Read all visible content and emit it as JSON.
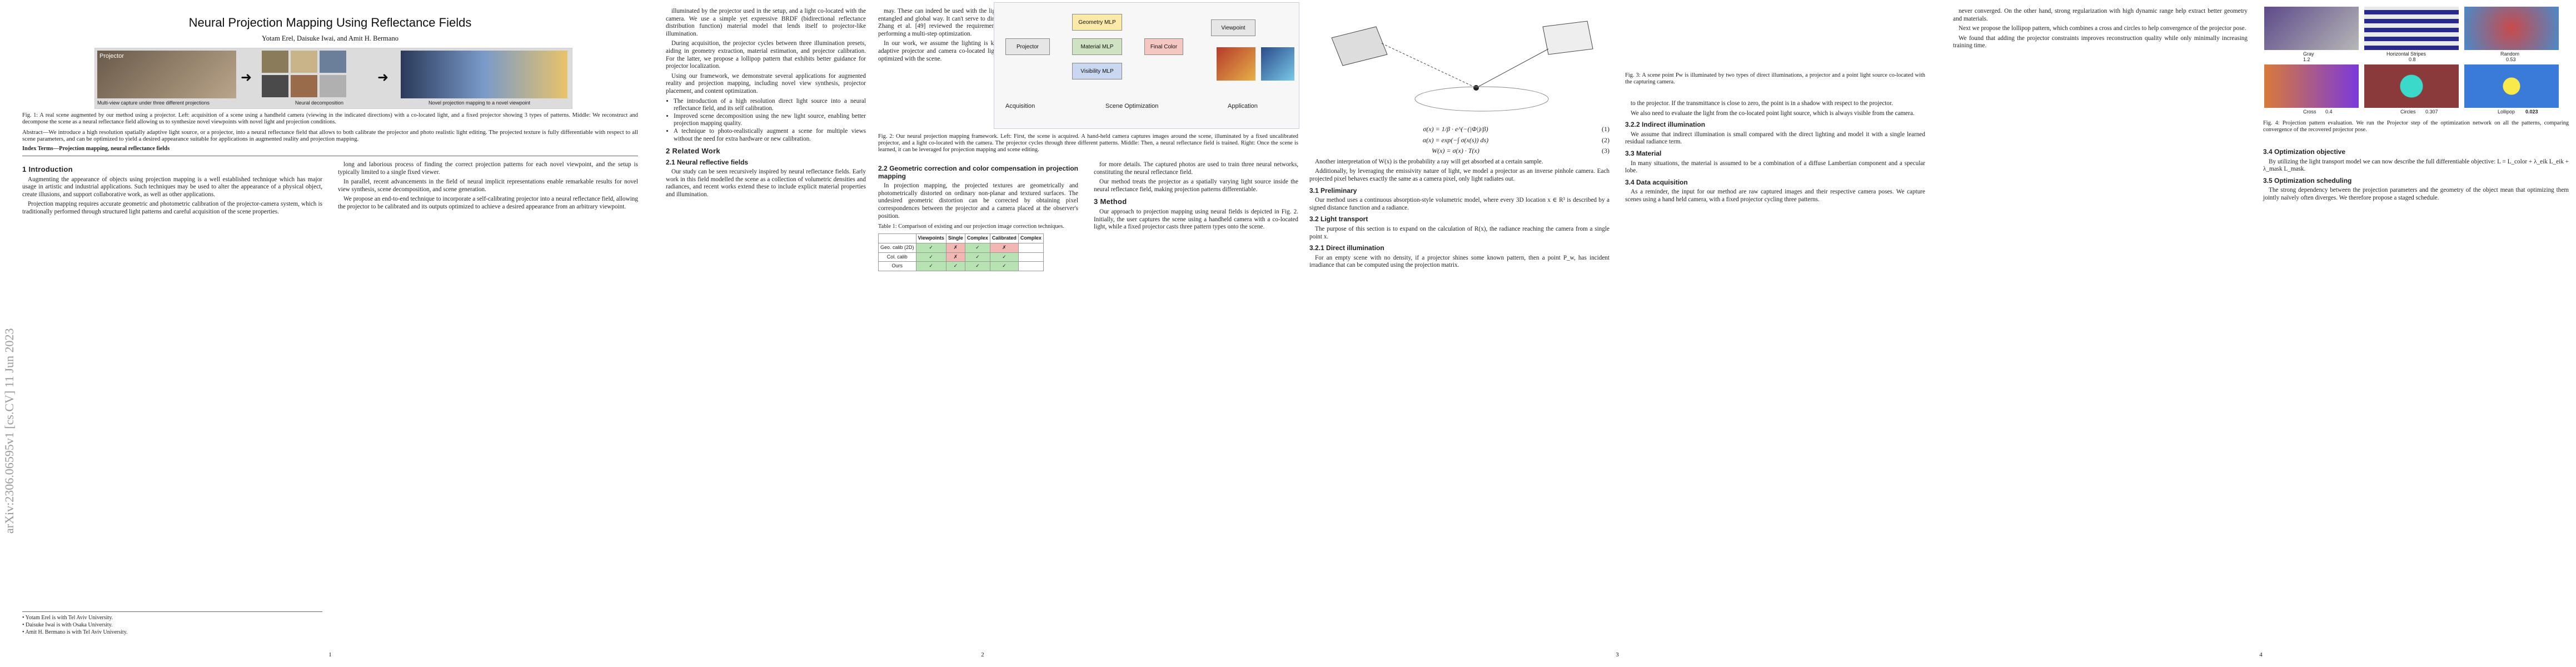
{
  "arxiv_stamp": "arXiv:2306.06595v1 [cs.CV] 11 Jun 2023",
  "page1": {
    "title": "Neural Projection Mapping Using Reflectance Fields",
    "authors": "Yotam Erel, Daisuke Iwai, and Amit H. Bermano",
    "teaser_labels": [
      "Multi-view capture under three different projections",
      "Neural decomposition",
      "Novel projection mapping to a novel viewpoint",
      "Projector"
    ],
    "caption": "Fig. 1: A real scene augmented by our method using a projector. Left: acquisition of a scene using a handheld camera (viewing in the indicated directions) with a co-located light, and a fixed projector showing 3 types of patterns. Middle: We reconstruct and decompose the scene as a neural reflectance field allowing us to synthesize novel viewpoints with novel light and projection conditions.",
    "abstract": "Abstract—We introduce a high resolution spatially adaptive light source, or a projector, into a neural reflectance field that allows to both calibrate the projector and photo realistic light editing. The projected texture is fully differentiable with respect to all scene parameters, and can be optimized to yield a desired appearance suitable for applications in augmented reality and projection mapping.",
    "index_terms": "Index Terms—Projection mapping, neural reflectance fields",
    "sec1_title": "1 Introduction",
    "sec1_p1": "Augmenting the appearance of objects using projection mapping is a well established technique which has major usage in artistic and industrial applications. Such techniques may be used to alter the appearance of a physical object, create illusions, and support collaborative work, as well as other applications.",
    "sec1_p2": "Projection mapping requires accurate geometric and photometric calibration of the projector-camera system, which is traditionally performed through structured light patterns and careful acquisition of the scene properties.",
    "col2_p1": "long and laborious process of finding the correct projection patterns for each novel viewpoint, and the setup is typically limited to a single fixed viewer.",
    "col2_p2": "In parallel, recent advancements in the field of neural implicit representations enable remarkable results for novel view synthesis, scene decomposition, and scene generation.",
    "col2_p3": "We propose an end-to-end technique to incorporate a self-calibrating projector into a neural reflectance field, allowing the projector to be calibrated and its outputs optimized to achieve a desired appearance from an arbitrary viewpoint.",
    "footnotes": [
      "• Yotam Erel is with Tel Aviv University.",
      "• Daisuke Iwai is with Osaka University.",
      "• Amit H. Bermano is with Tel Aviv University."
    ],
    "page_number": "1"
  },
  "page2": {
    "col1_p1": "illuminated by the projector used in the setup, and a light co-located with the camera. We use a simple yet expressive BRDF (bidirectional reflectance distribution function) material model that lends itself to projector-like illumination.",
    "col1_p2": "During acquisition, the projector cycles between three illumination presets, aiding in geometry extraction, material estimation, and projector calibration. For the latter, we propose a lollipop pattern that exhibits better guidance for projector localization.",
    "col1_p3": "Using our framework, we demonstrate several applications for augmented reality and projection mapping, including novel view synthesis, projector placement, and content optimization.",
    "contrib_items": [
      "The introduction of a high resolution direct light source into a neural reflectance field, and its self calibration.",
      "Improved scene decomposition using the new light source, enabling better projection mapping quality.",
      "A technique to photo-realistically augment a scene for multiple views without the need for extra hardware or new calibration."
    ],
    "sec2_title": "2 Related Work",
    "sec21_title": "2.1 Neural reflective fields",
    "sec21_p1": "Our study can be seen recursively inspired by neural reflectance fields. Early work in this field modelled the scene as a collection of volumetric densities and radiances, and recent works extend these to include explicit material properties and illumination.",
    "col2_p1": "may. These can indeed be used with the lighting of the scene, but in a very entangled and global way. It can't serve to directly augment object appearance. Zhang et al. [49] reviewed the requirement of a known light source, by performing a multi-step optimization.",
    "col2_p2": "In our work, we assume the lighting is known in the form of a spatially adaptive projector and camera co-located light, whose parameters are jointly optimized with the scene.",
    "fig2_labels": [
      "Acquisition",
      "Scene Optimization",
      "Application",
      "Geometry MLP",
      "Material MLP",
      "Visibility MLP",
      "Final Color",
      "Projector",
      "Viewpoint"
    ],
    "fig2_caption": "Fig. 2: Our neural projection mapping framework. Left: First, the scene is acquired. A hand-held camera captures images around the scene, illuminated by a fixed uncalibrated projector, and a light co-located with the camera. The projector cycles through three different patterns. Middle: Then, a neural reflectance field is trained. Right: Once the scene is learned, it can be leveraged for projection mapping and scene editing.",
    "sec22_title": "2.2 Geometric correction and color compensation in projection mapping",
    "sec22_p1": "In projection mapping, the projected textures are geometrically and photometrically distorted on ordinary non-planar and textured surfaces. The undesired geometric distortion can be corrected by obtaining pixel correspondences between the projector and a camera placed at the observer's position.",
    "table_caption": "Table 1: Comparison of existing and our projection image correction techniques.",
    "table_headers": [
      "Viewpoints",
      "Single",
      "Complex",
      "Calibrated",
      "Complex"
    ],
    "table_rows": [
      [
        "Geo. calib (2D)",
        "✓",
        "✗",
        "✓",
        "✗"
      ],
      [
        "Col. calib",
        "✓",
        "✗",
        "✓",
        "✓"
      ],
      [
        "Ours",
        "✓",
        "✓",
        "✓",
        "✓"
      ]
    ],
    "col3_p1": "for more details. The captured photos are used to train three neural networks, constituting the neural reflectance field.",
    "col3_p2": "Our method treats the projector as a spatially varying light source inside the neural reflectance field, making projection patterns differentiable.",
    "sec3_title": "3 Method",
    "sec3_p1": "Our approach to projection mapping using neural fields is depicted in Fig. 2. Initially, the user captures the scene using a handheld camera with a co-located light, while a fixed projector casts three pattern types onto the scene.",
    "page_number": "2"
  },
  "page3": {
    "fig3_caption": "Fig. 3: A scene point Pw is illuminated by two types of direct illuminations, a projector and a point light source co-located with the capturing camera.",
    "eq_lines": [
      "σ(x) = 1/β · e^(−(|Φ|)/β)",
      "α(x) = exp(−∫ σ(x(s)) ds)",
      "W(x) = σ(x) · T(x)"
    ],
    "col1_p1": "Another interpretation of W(x) is the probability a ray will get absorbed at a certain sample.",
    "col1_p2": "Additionally, by leveraging the emissivity nature of light, we model a projector as an inverse pinhole camera. Each projected pixel behaves exactly the same as a camera pixel, only light radiates out.",
    "sec31_title": "3.1 Preliminary",
    "sec31_p1": "Our method uses a continuous absorption-style volumetric model, where every 3D location x ∈ R³ is described by a signed distance function and a radiance.",
    "sec32_title": "3.2 Light transport",
    "sec32_p1": "The purpose of this section is to expand on the calculation of R(x), the radiance reaching the camera from a single point x.",
    "sec321_title": "3.2.1 Direct illumination",
    "sec321_p1": "For an empty scene with no density, if a projector shines some known pattern, then a point P_w, has incident irradiance that can be computed using the projection matrix.",
    "col3_p1": "to the projector. If the transmittance is close to zero, the point is in a shadow with respect to the projector.",
    "col3_p2": "We also need to evaluate the light from the co-located point light source, which is always visible from the camera.",
    "sec322_title": "3.2.2 Indirect illumination",
    "sec322_p1": "We assume that indirect illumination is small compared with the direct lighting and model it with a single learned residual radiance term.",
    "sec33_title": "3.3 Material",
    "sec33_p1": "In many situations, the material is assumed to be a combination of a diffuse Lambertian component and a specular lobe.",
    "sec34_title": "3.4 Data acquisition",
    "sec34_p1": "As a reminder, the input for our method are raw captured images and their respective camera poses. We capture scenes using a hand held camera, with a fixed projector cycling three patterns.",
    "page_number": "3"
  },
  "page4": {
    "col1_p1": "never converged. On the other hand, strong regularization with high dynamic range help extract better geometry and materials.",
    "col1_p2": "Next we propose the lollipop pattern, which combines a cross and circles to help convergence of the projector pose.",
    "col1_p3": "We found that adding the projector constraints improves reconstruction quality while only minimally increasing training time.",
    "fig4_labels": [
      "Gray",
      "Horizontal Stripes",
      "Random",
      "Cross",
      "Circles",
      "Lollipop"
    ],
    "fig4_values": [
      "1.2",
      "0.8",
      "0.53",
      "0.4",
      "0.307",
      "0.023"
    ],
    "fig4_caption": "Fig. 4: Projection pattern evaluation. We run the Projector step of the optimization network on all the patterns, comparing convergence of the recovered projector pose.",
    "sec34_title": "3.4 Optimization objective",
    "sec34_p1": "By utilizing the light transport model we can now describe the full differentiable objective: L = L_color + λ_eik L_eik + λ_mask L_mask.",
    "sec35_title": "3.5 Optimization scheduling",
    "sec35_p1": "The strong dependency between the projection parameters and the geometry of the object mean that optimizing them jointly naïvely often diverges. We therefore propose a staged schedule.",
    "page_number": "4"
  }
}
